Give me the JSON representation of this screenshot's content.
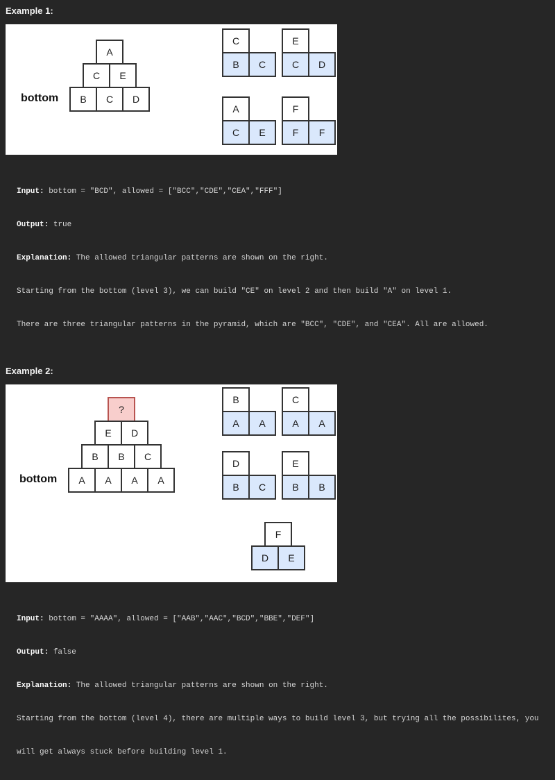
{
  "page": {
    "background": "#262626"
  },
  "colors": {
    "panel_bg": "#ffffff",
    "cell_fill": "#ffffff",
    "pattern_bottom_fill": "#dae8fc",
    "unknown_cell_fill": "#f8cecc",
    "unknown_cell_border": "#b85450",
    "cell_border": "#333333"
  },
  "examples": [
    {
      "label": "Example 1:",
      "figure": {
        "bottom_label": "bottom",
        "pyramid_rows": [
          [
            "A"
          ],
          [
            "C",
            "E"
          ],
          [
            "B",
            "C",
            "D"
          ]
        ],
        "highlight": null,
        "patterns": [
          {
            "top": "C",
            "bottom": [
              "B",
              "C"
            ]
          },
          {
            "top": "E",
            "bottom": [
              "C",
              "D"
            ]
          },
          {
            "top": "A",
            "bottom": [
              "C",
              "E"
            ]
          },
          {
            "top": "F",
            "bottom": [
              "F",
              "F"
            ]
          }
        ]
      },
      "text": {
        "input_label": "Input:",
        "input_rest": " bottom = \"BCD\", allowed = [\"BCC\",\"CDE\",\"CEA\",\"FFF\"]",
        "output_label": "Output:",
        "output_rest": " true",
        "explanation_label": "Explanation:",
        "explanation_rest": " The allowed triangular patterns are shown on the right.",
        "lines": [
          "Starting from the bottom (level 3), we can build \"CE\" on level 2 and then build \"A\" on level 1.",
          "There are three triangular patterns in the pyramid, which are \"BCC\", \"CDE\", and \"CEA\". All are allowed."
        ]
      }
    },
    {
      "label": "Example 2:",
      "figure": {
        "bottom_label": "bottom",
        "pyramid_rows": [
          [
            "?"
          ],
          [
            "E",
            "D"
          ],
          [
            "B",
            "B",
            "C"
          ],
          [
            "A",
            "A",
            "A",
            "A"
          ]
        ],
        "highlight": {
          "row": 0,
          "col": 0
        },
        "patterns": [
          {
            "top": "B",
            "bottom": [
              "A",
              "A"
            ]
          },
          {
            "top": "C",
            "bottom": [
              "A",
              "A"
            ]
          },
          {
            "top": "D",
            "bottom": [
              "B",
              "C"
            ]
          },
          {
            "top": "E",
            "bottom": [
              "B",
              "B"
            ]
          },
          {
            "top": "F",
            "bottom": [
              "D",
              "E"
            ]
          }
        ]
      },
      "text": {
        "input_label": "Input:",
        "input_rest": " bottom = \"AAAA\", allowed = [\"AAB\",\"AAC\",\"BCD\",\"BBE\",\"DEF\"]",
        "output_label": "Output:",
        "output_rest": " false",
        "explanation_label": "Explanation:",
        "explanation_rest": " The allowed triangular patterns are shown on the right.",
        "lines": [
          "Starting from the bottom (level 4), there are multiple ways to build level 3, but trying all the possibilites, you",
          "will get always stuck before building level 1."
        ]
      }
    }
  ]
}
